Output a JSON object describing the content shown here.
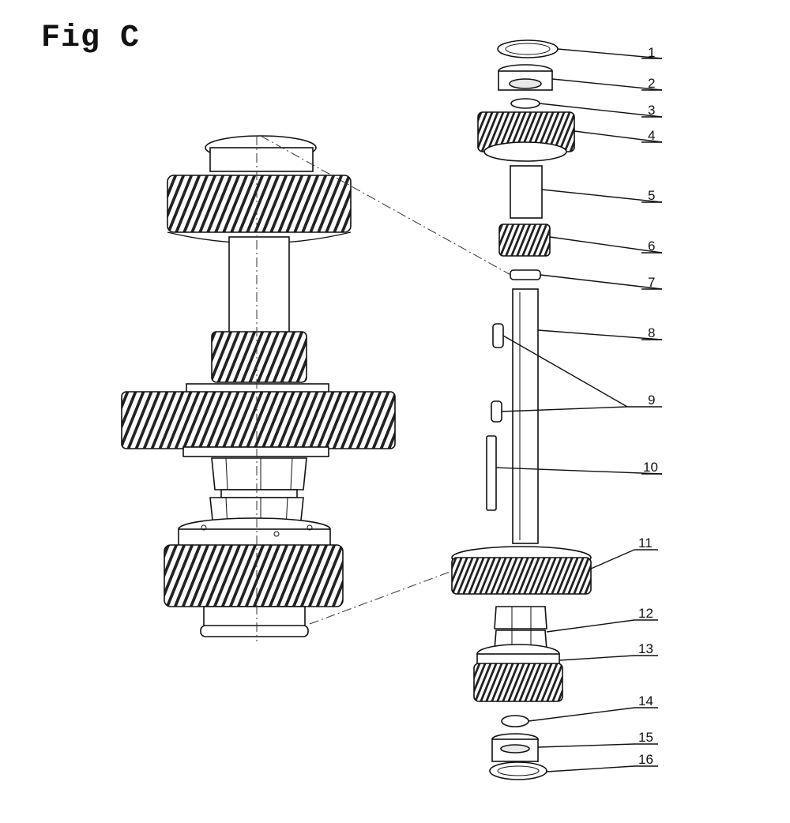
{
  "figure": {
    "title": "Fig C"
  },
  "callouts": [
    {
      "id": 1,
      "label": "1"
    },
    {
      "id": 2,
      "label": "2"
    },
    {
      "id": 3,
      "label": "3"
    },
    {
      "id": 4,
      "label": "4"
    },
    {
      "id": 5,
      "label": "5"
    },
    {
      "id": 6,
      "label": "6"
    },
    {
      "id": 7,
      "label": "7"
    },
    {
      "id": 8,
      "label": "8"
    },
    {
      "id": 9,
      "label": "9"
    },
    {
      "id": 10,
      "label": "10"
    },
    {
      "id": 11,
      "label": "11"
    },
    {
      "id": 12,
      "label": "12"
    },
    {
      "id": 13,
      "label": "13"
    },
    {
      "id": 14,
      "label": "14"
    },
    {
      "id": 15,
      "label": "15"
    },
    {
      "id": 16,
      "label": "16"
    }
  ]
}
